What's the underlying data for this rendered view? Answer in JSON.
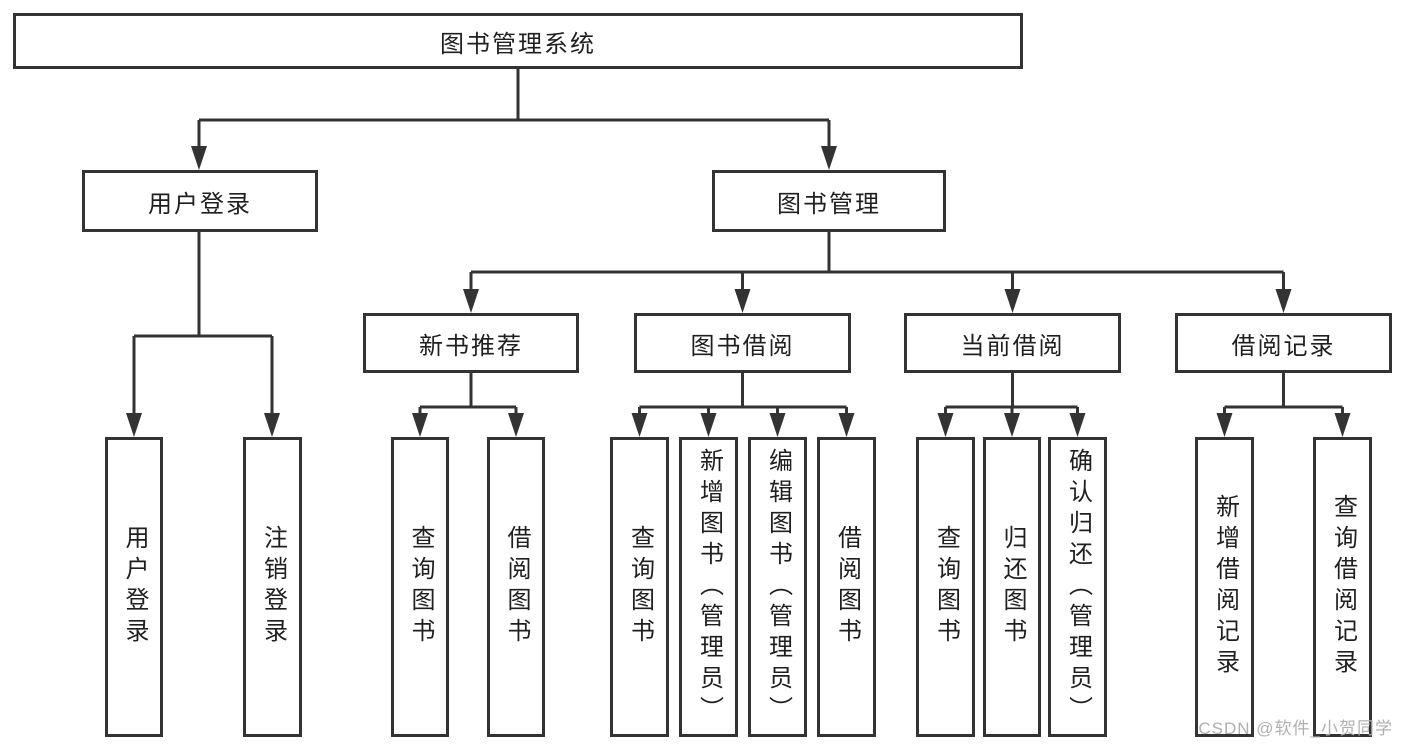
{
  "tree": {
    "root": "图书管理系统",
    "level1": [
      "用户登录",
      "图书管理"
    ],
    "level2": [
      "新书推荐",
      "图书借阅",
      "当前借阅",
      "借阅记录"
    ],
    "leaves_user": [
      "用户登录",
      "注销登录"
    ],
    "leaves_recommend": [
      "查询图书",
      "借阅图书"
    ],
    "leaves_borrow": [
      "查询图书",
      "新增图书（管理员）",
      "编辑图书（管理员）",
      "借阅图书"
    ],
    "leaves_current": [
      "查询图书",
      "归还图书",
      "确认归还（管理员）"
    ],
    "leaves_records": [
      "新增借阅记录",
      "查询借阅记录"
    ]
  },
  "watermark": "CSDN @软件_小贺同学",
  "colors": {
    "line": "#333333",
    "text": "#1f1f1f",
    "background": "#ffffff",
    "watermark": "#b0b0b0"
  }
}
